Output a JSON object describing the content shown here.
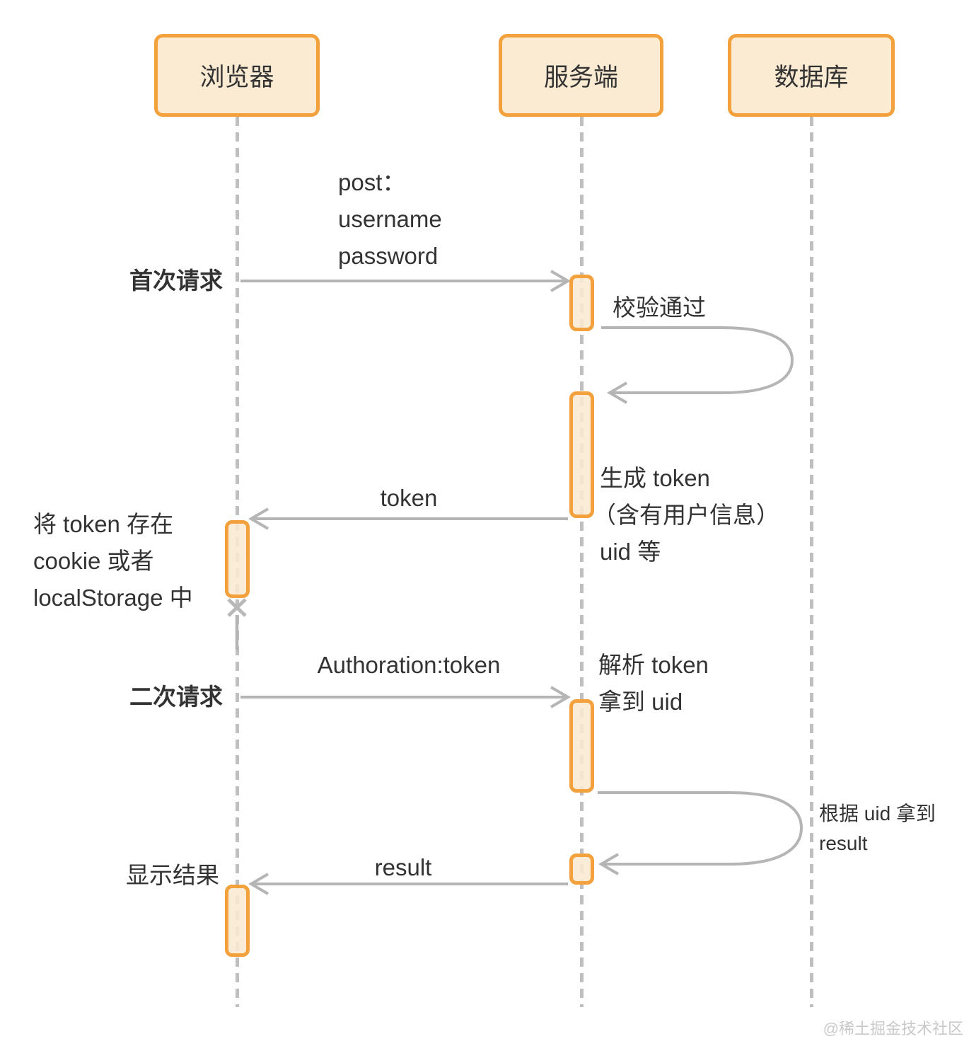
{
  "diagram": {
    "type": "sequence",
    "participants": [
      {
        "id": "browser",
        "label": "浏览器"
      },
      {
        "id": "server",
        "label": "服务端"
      },
      {
        "id": "database",
        "label": "数据库"
      }
    ],
    "labels": {
      "post_line1": "post：",
      "post_line2": "username",
      "post_line3": "password",
      "first_request": "首次请求",
      "verify_ok": "校验通过",
      "gen_token_line1": "生成 token",
      "gen_token_line2": "（含有用户信息）",
      "gen_token_line3": "uid 等",
      "token_msg": "token",
      "store_line1": "将 token 存在",
      "store_line2": "cookie 或者",
      "store_line3": "localStorage 中",
      "auth_msg": "Authoration:token",
      "second_request": "二次请求",
      "parse_line1": "解析 token",
      "parse_line2": "拿到 uid",
      "query_line1": "根据 uid 拿到",
      "query_line2": "result",
      "result_msg": "result",
      "show_result": "显示结果"
    },
    "colors": {
      "accent": "#f2a13c",
      "box_fill": "#fcebd3",
      "activation_fill": "#fae9d3",
      "line": "#b5b5b5",
      "text": "#333333",
      "watermark": "#c9c9c9"
    },
    "watermark": "@稀土掘金技术社区"
  }
}
